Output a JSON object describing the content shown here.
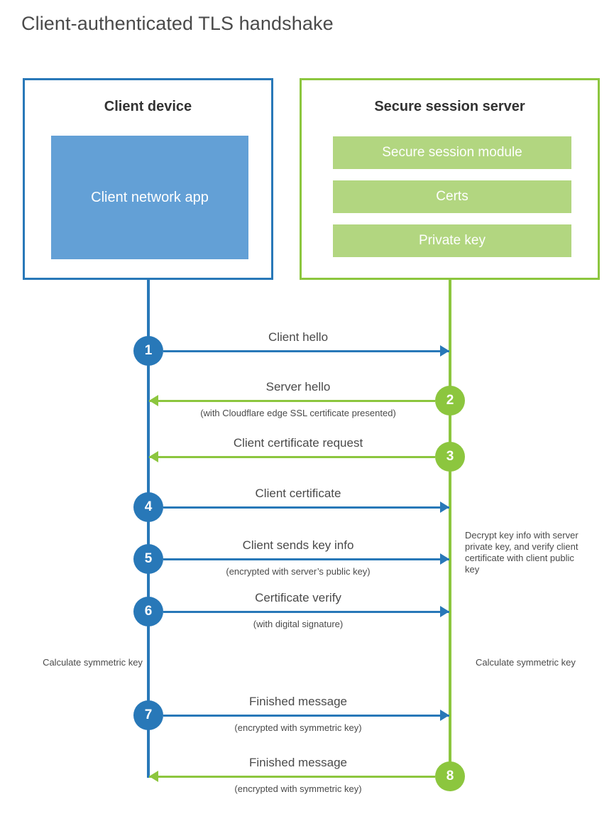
{
  "title": "Client-authenticated TLS handshake",
  "colors": {
    "client_blue": "#2878b8",
    "client_app_fill": "#63a0d6",
    "server_green": "#8cc63e",
    "server_bar_fill": "#b2d680",
    "text": "#4a4a4a",
    "heading": "#333333",
    "background": "#ffffff"
  },
  "participants": {
    "client": {
      "title": "Client device",
      "app_label": "Client network app"
    },
    "server": {
      "title": "Secure session server",
      "modules": [
        "Secure session module",
        "Certs",
        "Private key"
      ]
    }
  },
  "steps": [
    {
      "number": "1",
      "side": "client",
      "direction": "right",
      "label": "Client hello",
      "sub": ""
    },
    {
      "number": "2",
      "side": "server",
      "direction": "left",
      "label": "Server hello",
      "sub": "(with Cloudflare edge SSL certificate presented)"
    },
    {
      "number": "3",
      "side": "server",
      "direction": "left",
      "label": "Client certificate request",
      "sub": ""
    },
    {
      "number": "4",
      "side": "client",
      "direction": "right",
      "label": "Client certificate",
      "sub": ""
    },
    {
      "number": "5",
      "side": "client",
      "direction": "right",
      "label": "Client sends key info",
      "sub": "(encrypted with server’s public key)"
    },
    {
      "number": "6",
      "side": "client",
      "direction": "right",
      "label": "Certificate verify",
      "sub": "(with digital signature)"
    },
    {
      "number": "7",
      "side": "client",
      "direction": "right",
      "label": "Finished message",
      "sub": "(encrypted with symmetric key)"
    },
    {
      "number": "8",
      "side": "server",
      "direction": "left",
      "label": "Finished message",
      "sub": "(encrypted with symmetric key)"
    }
  ],
  "notes": {
    "server_decrypt": "Decrypt key info with server private key, and verify client certificate with client public key",
    "client_calculate": "Calculate symmetric key",
    "server_calculate": "Calculate symmetric key"
  }
}
